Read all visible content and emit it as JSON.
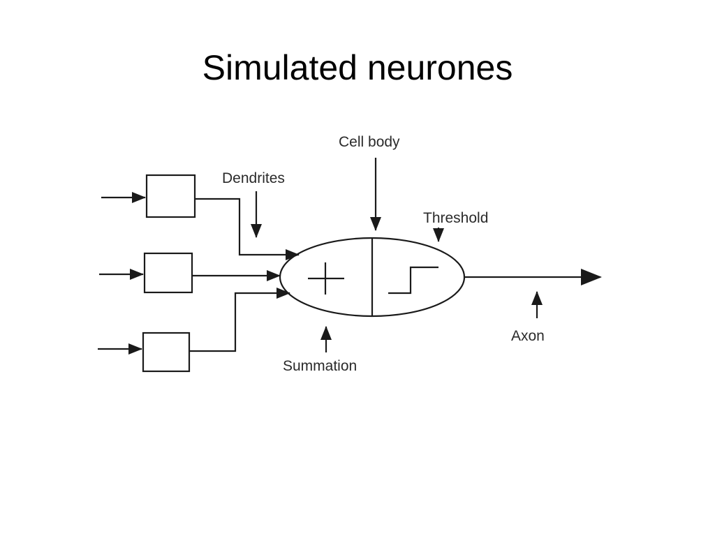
{
  "slide": {
    "title": "Simulated neurones"
  },
  "diagram": {
    "labels": {
      "cell_body": "Cell body",
      "dendrites": "Dendrites",
      "threshold": "Threshold",
      "summation": "Summation",
      "axon": "Axon"
    },
    "symbols": {
      "summation": "summation-plus-icon",
      "threshold": "step-function-icon"
    },
    "inputs": [
      {
        "name": "input-1"
      },
      {
        "name": "input-2"
      },
      {
        "name": "input-3"
      }
    ]
  }
}
